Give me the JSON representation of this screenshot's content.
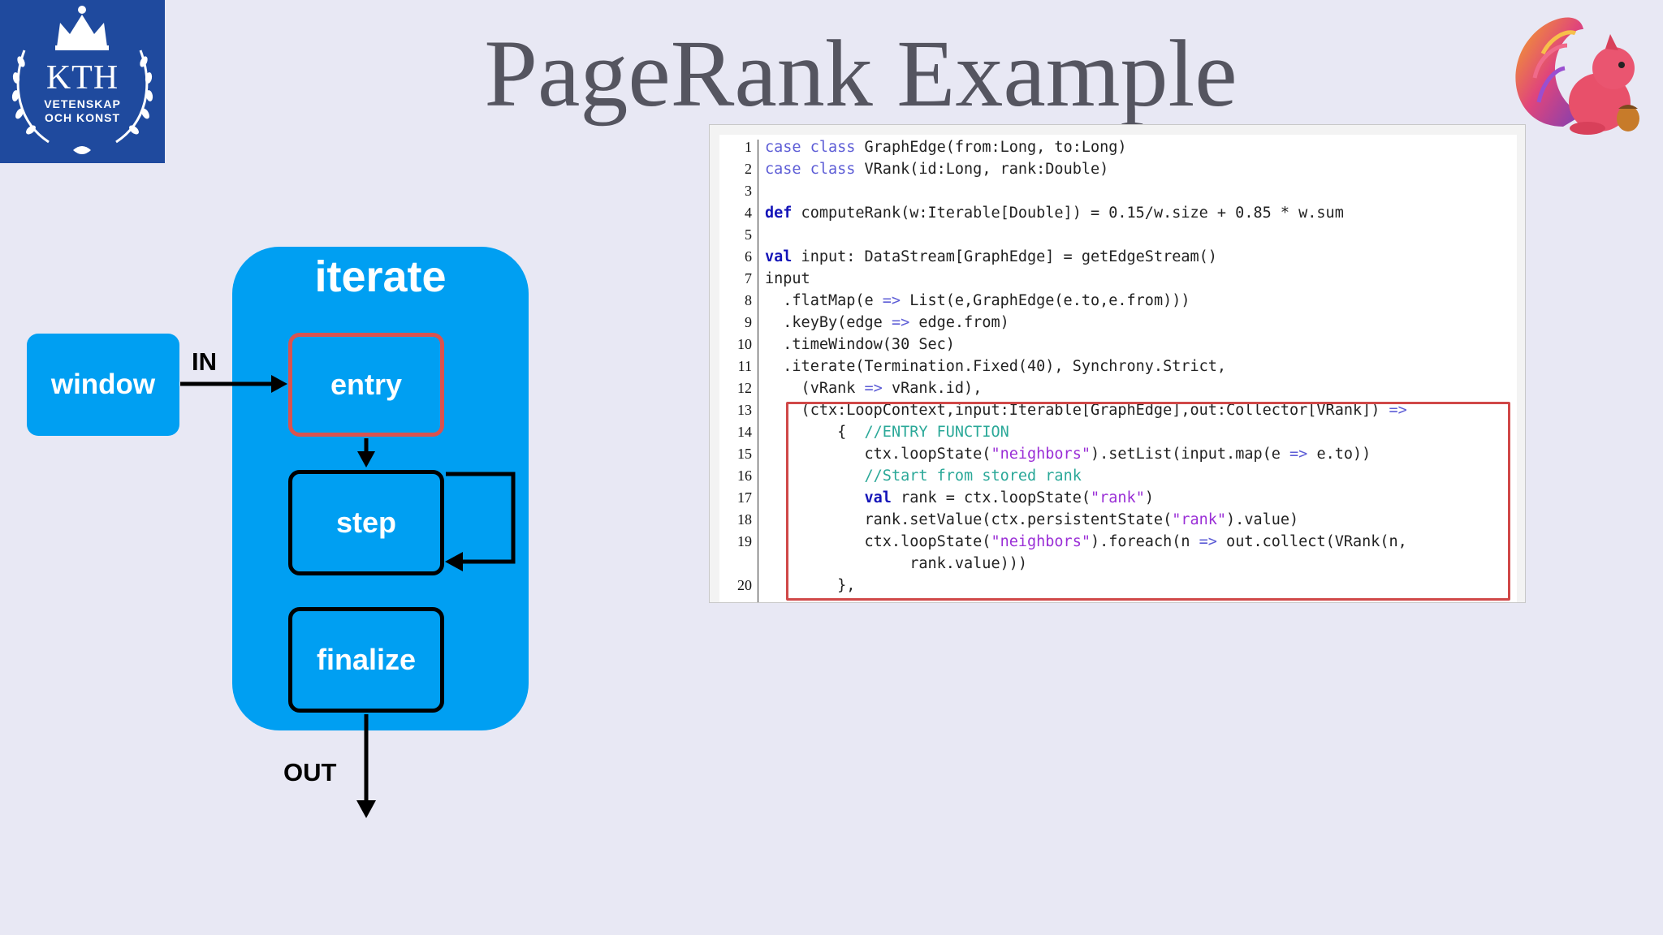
{
  "title": "PageRank Example",
  "logo": {
    "name": "KTH",
    "line1": "VETENSKAP",
    "line2": "OCH KONST",
    "color": "#1f4a9e"
  },
  "diagram": {
    "iterate_label": "iterate",
    "window_label": "window",
    "entry_label": "entry",
    "step_label": "step",
    "finalize_label": "finalize",
    "in_label": "IN",
    "out_label": "OUT",
    "box_color": "#009ff2",
    "highlight_color": "#d9534f"
  },
  "code": {
    "lines": [
      {
        "n": "1",
        "tokens": [
          [
            "kw",
            "case class"
          ],
          [
            "t",
            " GraphEdge(from:Long, to:Long)"
          ]
        ]
      },
      {
        "n": "2",
        "tokens": [
          [
            "kw",
            "case class"
          ],
          [
            "t",
            " VRank(id:Long, rank:Double)"
          ]
        ]
      },
      {
        "n": "3",
        "tokens": []
      },
      {
        "n": "4",
        "tokens": [
          [
            "kwb",
            "def"
          ],
          [
            "t",
            " computeRank(w:Iterable[Double]) = 0.15/w.size + 0.85 * w.sum"
          ]
        ]
      },
      {
        "n": "5",
        "tokens": []
      },
      {
        "n": "6",
        "tokens": [
          [
            "kwb",
            "val"
          ],
          [
            "t",
            " input: DataStream[GraphEdge] = getEdgeStream()"
          ]
        ]
      },
      {
        "n": "7",
        "tokens": [
          [
            "t",
            "input"
          ]
        ]
      },
      {
        "n": "8",
        "tokens": [
          [
            "t",
            "  .flatMap(e "
          ],
          [
            "op",
            "=>"
          ],
          [
            "t",
            " List(e,GraphEdge(e.to,e.from)))"
          ]
        ]
      },
      {
        "n": "9",
        "tokens": [
          [
            "t",
            "  .keyBy(edge "
          ],
          [
            "op",
            "=>"
          ],
          [
            "t",
            " edge.from)"
          ]
        ]
      },
      {
        "n": "10",
        "tokens": [
          [
            "t",
            "  .timeWindow(30 Sec)"
          ]
        ]
      },
      {
        "n": "11",
        "tokens": [
          [
            "t",
            "  .iterate(Termination.Fixed(40), Synchrony.Strict,"
          ]
        ]
      },
      {
        "n": "12",
        "tokens": [
          [
            "t",
            "    (vRank "
          ],
          [
            "op",
            "=>"
          ],
          [
            "t",
            " vRank.id),"
          ]
        ]
      },
      {
        "n": "13",
        "tokens": [
          [
            "t",
            "    (ctx:LoopContext,input:Iterable[GraphEdge],out:Collector[VRank]) "
          ],
          [
            "op",
            "=>"
          ]
        ]
      },
      {
        "n": "14",
        "tokens": [
          [
            "t",
            "        {  "
          ],
          [
            "cm",
            "//ENTRY FUNCTION"
          ]
        ]
      },
      {
        "n": "15",
        "tokens": [
          [
            "t",
            "           ctx.loopState("
          ],
          [
            "str",
            "\"neighbors\""
          ],
          [
            "t",
            ").setList(input.map(e "
          ],
          [
            "op",
            "=>"
          ],
          [
            "t",
            " e.to))"
          ]
        ]
      },
      {
        "n": "16",
        "tokens": [
          [
            "t",
            "           "
          ],
          [
            "cm",
            "//Start from stored rank"
          ]
        ]
      },
      {
        "n": "17",
        "tokens": [
          [
            "t",
            "           "
          ],
          [
            "kwb",
            "val"
          ],
          [
            "t",
            " rank = ctx.loopState("
          ],
          [
            "str",
            "\"rank\""
          ],
          [
            "t",
            ")"
          ]
        ]
      },
      {
        "n": "18",
        "tokens": [
          [
            "t",
            "           rank.setValue(ctx.persistentState("
          ],
          [
            "str",
            "\"rank\""
          ],
          [
            "t",
            ").value)"
          ]
        ]
      },
      {
        "n": "19",
        "tokens": [
          [
            "t",
            "           ctx.loopState("
          ],
          [
            "str",
            "\"neighbors\""
          ],
          [
            "t",
            ").foreach(n "
          ],
          [
            "op",
            "=>"
          ],
          [
            "t",
            " out.collect(VRank(n,"
          ]
        ]
      },
      {
        "n": "",
        "tokens": [
          [
            "t",
            "                rank.value)))"
          ]
        ]
      },
      {
        "n": "20",
        "tokens": [
          [
            "t",
            "        },"
          ]
        ]
      }
    ]
  }
}
